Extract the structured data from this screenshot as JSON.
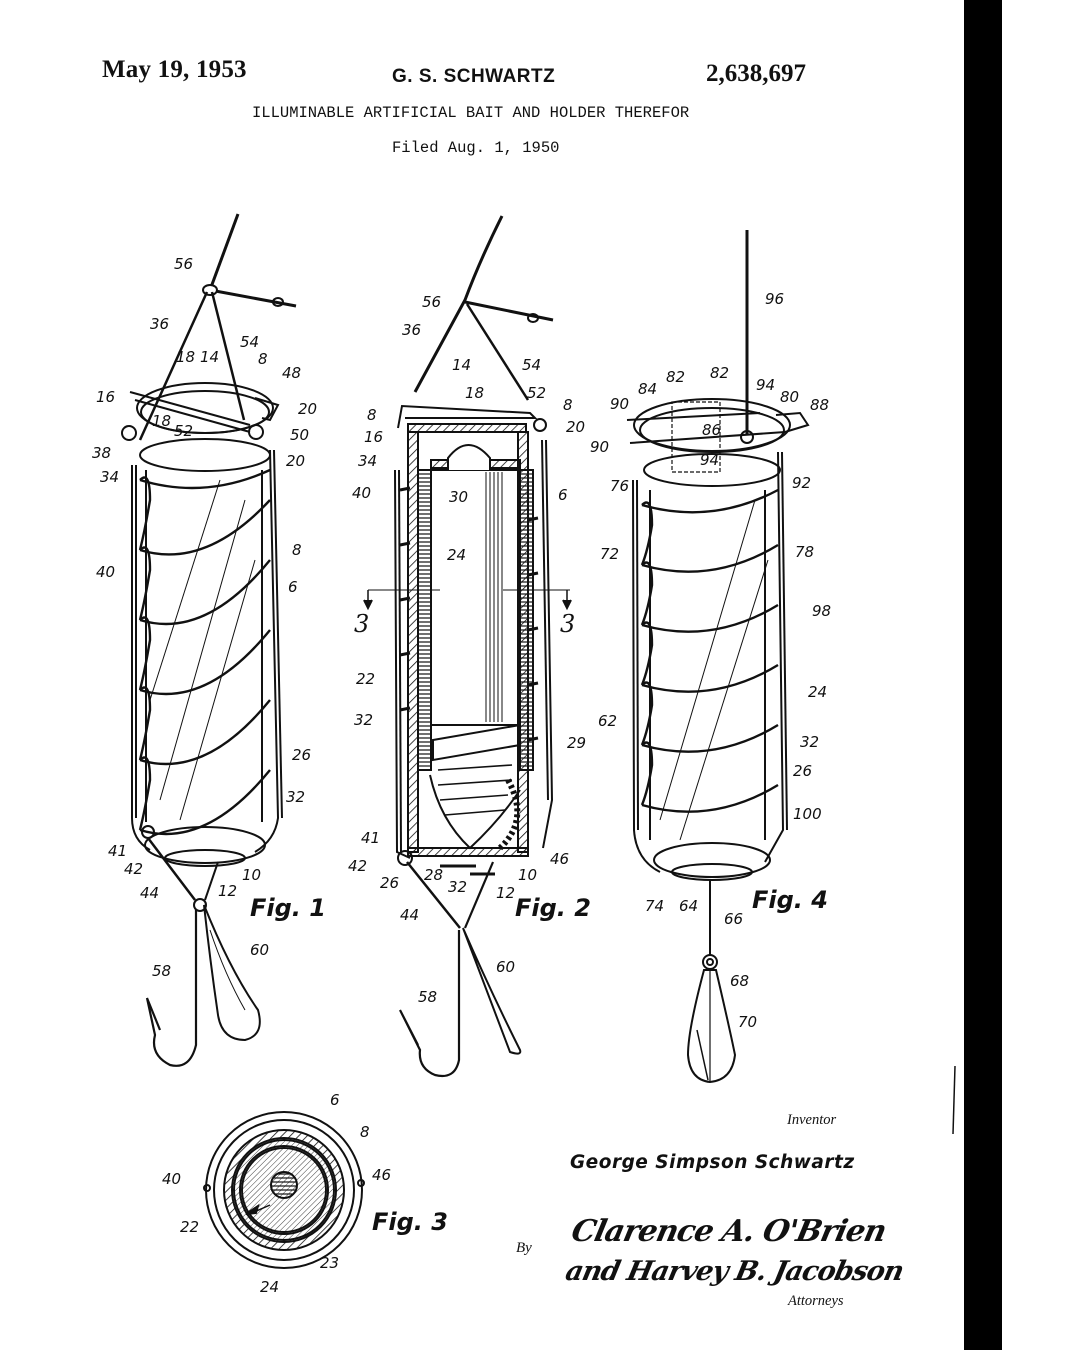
{
  "header": {
    "date": "May 19, 1953",
    "inventor_short": "G. S. SCHWARTZ",
    "patent_number": "2,638,697",
    "title": "ILLUMINABLE ARTIFICIAL BAIT AND HOLDER THEREFOR",
    "filed": "Filed Aug. 1, 1950"
  },
  "figures": {
    "fig1": {
      "caption": "Fig. 1",
      "labels": [
        "56",
        "36",
        "54",
        "18",
        "14",
        "8",
        "48",
        "16",
        "18",
        "20",
        "52",
        "50",
        "38",
        "20",
        "34",
        "40",
        "8",
        "6",
        "26",
        "32",
        "41",
        "42",
        "44",
        "10",
        "12",
        "58",
        "60"
      ]
    },
    "fig2": {
      "caption": "Fig. 2",
      "section_marks": [
        "3",
        "3"
      ],
      "labels": [
        "56",
        "36",
        "14",
        "18",
        "54",
        "52",
        "8",
        "8",
        "16",
        "20",
        "34",
        "30",
        "40",
        "6",
        "24",
        "22",
        "32",
        "29",
        "41",
        "42",
        "26",
        "28",
        "32",
        "10",
        "46",
        "12",
        "44",
        "60",
        "58"
      ]
    },
    "fig3": {
      "caption": "Fig. 3",
      "labels": [
        "6",
        "8",
        "40",
        "46",
        "22",
        "24",
        "23"
      ]
    },
    "fig4": {
      "caption": "Fig. 4",
      "labels": [
        "96",
        "82",
        "82",
        "84",
        "94",
        "80",
        "88",
        "90",
        "86",
        "90",
        "94",
        "92",
        "76",
        "72",
        "78",
        "98",
        "62",
        "24",
        "32",
        "26",
        "100",
        "74",
        "64",
        "66",
        "68",
        "70"
      ]
    }
  },
  "signature_block": {
    "inventor_caption": "Inventor",
    "inventor_name": "George Simpson Schwartz",
    "by": "By",
    "attorney_line1": "Clarence A. O'Brien",
    "attorney_line2": "and Harvey B. Jacobson",
    "attorneys_caption": "Attorneys"
  },
  "colors": {
    "ink": "#111111",
    "paper": "#ffffff",
    "edge_bar": "#000000"
  }
}
